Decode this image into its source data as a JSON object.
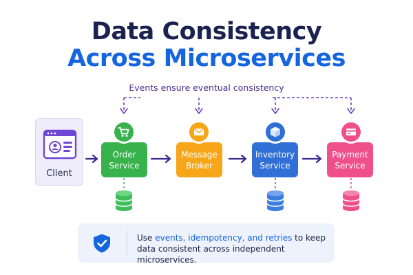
{
  "title": {
    "line1": "Data Consistency",
    "line2": "Across Microservices"
  },
  "events_label": "Events ensure eventual consistency",
  "client": {
    "label": "Client",
    "icon": "browser-user-icon"
  },
  "services": [
    {
      "line1": "Order",
      "line2": "Service",
      "icon": "cart-icon",
      "color": "#37b24d",
      "db_color": "#3fbf5a"
    },
    {
      "line1": "Message",
      "line2": "Broker",
      "icon": "envelope-icon",
      "color": "#f7a619",
      "db_color": null
    },
    {
      "line1": "Inventory",
      "line2": "Service",
      "icon": "cube-icon",
      "color": "#2f6fd6",
      "db_color": "#3d7de0"
    },
    {
      "line1": "Payment",
      "line2": "Service",
      "icon": "card-icon",
      "color": "#f0508a",
      "db_color": "#f0508a"
    }
  ],
  "callout": {
    "icon": "shield-check-icon",
    "text_before": "Use ",
    "highlight": "events, idempotency, and retries",
    "text_after": " to keep data consistent across independent microservices."
  },
  "colors": {
    "title_dark": "#1a2350",
    "title_blue": "#1565e0",
    "arrow_purple": "#3b2a8f",
    "dashed_purple": "#6b3fc0"
  }
}
